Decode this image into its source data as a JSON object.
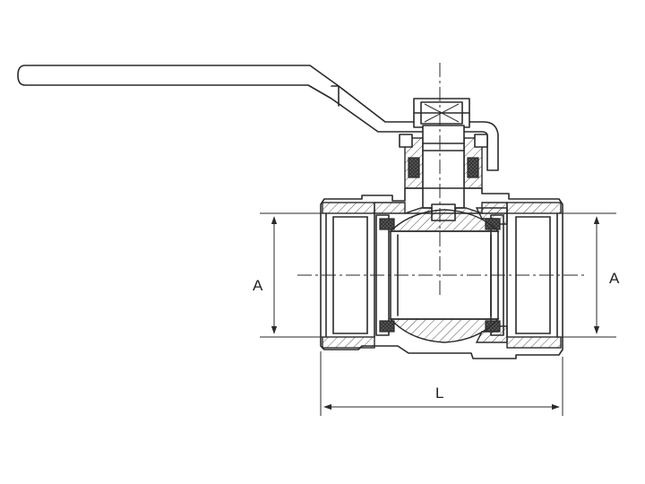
{
  "dimensions": {
    "left_height_label": "A",
    "right_height_label": "A",
    "length_label": "L"
  },
  "colors": {
    "line": "#2a2a2a",
    "background": "#ffffff"
  }
}
